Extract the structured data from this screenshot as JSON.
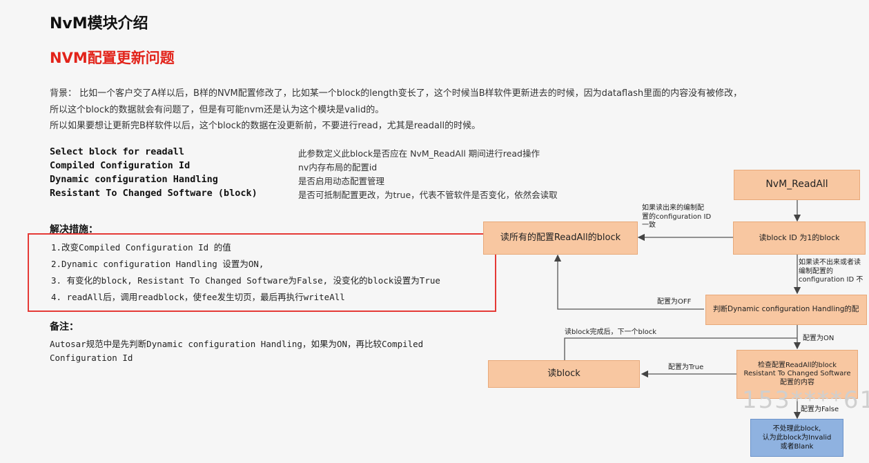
{
  "title": "NvM模块介绍",
  "subtitle": "NVM配置更新问题",
  "background": [
    "背景：  比如一个客户交了A样以后，B样的NVM配置修改了，比如某一个block的length变长了，这个时候当B样软件更新进去的时候，因为dataflash里面的内容没有被修改，",
    "所以这个block的数据就会有问题了，但是有可能nvm还是认为这个模块是valid的。",
    "所以如果要想让更新完B样软件以后，这个block的数据在没更新前，不要进行read，尤其是readall的时候。"
  ],
  "params": [
    {
      "name": "Select block for readall",
      "desc": "此参数定义此block是否应在 NvM_ReadAll 期间进行read操作"
    },
    {
      "name": "Compiled Configuration Id",
      "desc": "nv内存布局的配置id"
    },
    {
      "name": "Dynamic configuration Handling",
      "desc": "是否启用动态配置管理"
    },
    {
      "name": "Resistant To Changed Software (block)",
      "desc": "是否可抵制配置更改，为true，代表不管软件是否变化，依然会读取"
    }
  ],
  "solution_title": "解决措施：",
  "solutions": [
    "1.改变Compiled Configuration Id 的值",
    "2.Dynamic configuration Handling 设置为ON,",
    "3. 有变化的block, Resistant To Changed Software为False, 没变化的block设置为True",
    "4. readAll后，调用readblock，使fee发生切页，最后再执行writeAll"
  ],
  "note_title": "备注：",
  "notes": [
    "Autosar规范中是先判断Dynamic configuration Handling，如果为ON，再比较Compiled",
    "Configuration Id"
  ],
  "flow": {
    "nvm_readall": "NvM_ReadAll",
    "read_block_id1": "读block ID 为1的block",
    "read_all_config": "读所有的配置ReadAll的block",
    "judge_dynamic": "判断Dynamic configuration Handling的配",
    "read_block": "读block",
    "check_resistant": [
      "检查配置ReadAll的block",
      "Resistant To Changed Software",
      "配置的内容"
    ],
    "no_process": [
      "不处理此block,",
      "认为此block为Invalid",
      "或者Blank"
    ],
    "label_consistent": [
      "如果读出来的编制配",
      "置的configuration ID",
      "一致"
    ],
    "label_inconsistent": [
      "如果读不出来或者读",
      "编制配置的",
      "configuration ID 不"
    ],
    "label_off": "配置为OFF",
    "label_on": "配置为ON",
    "label_next": "读block完成后，下一个block",
    "label_true": "配置为True",
    "label_false": "配置为False"
  },
  "watermark": "153****61",
  "colors": {
    "title_red": "#e2231a",
    "box_orange": "#f8c7a1",
    "box_blue": "#8fb2e0",
    "highlight_red": "#e53935"
  }
}
